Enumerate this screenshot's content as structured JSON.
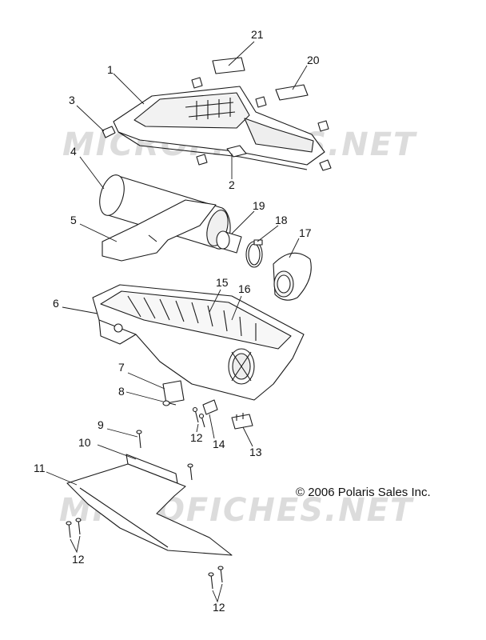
{
  "watermark": {
    "text": "MICROFICHES.NET",
    "color": "#d9d9d9"
  },
  "copyright": "© 2006 Polaris Sales Inc.",
  "callouts": [
    {
      "id": "c1",
      "label": "1"
    },
    {
      "id": "c2",
      "label": "2"
    },
    {
      "id": "c3",
      "label": "3"
    },
    {
      "id": "c4",
      "label": "4"
    },
    {
      "id": "c5",
      "label": "5"
    },
    {
      "id": "c6",
      "label": "6"
    },
    {
      "id": "c7",
      "label": "7"
    },
    {
      "id": "c8",
      "label": "8"
    },
    {
      "id": "c9",
      "label": "9"
    },
    {
      "id": "c10",
      "label": "10"
    },
    {
      "id": "c11",
      "label": "11"
    },
    {
      "id": "c12a",
      "label": "12"
    },
    {
      "id": "c12b",
      "label": "12"
    },
    {
      "id": "c12c",
      "label": "12"
    },
    {
      "id": "c13",
      "label": "13"
    },
    {
      "id": "c14",
      "label": "14"
    },
    {
      "id": "c15",
      "label": "15"
    },
    {
      "id": "c16",
      "label": "16"
    },
    {
      "id": "c17",
      "label": "17"
    },
    {
      "id": "c18",
      "label": "18"
    },
    {
      "id": "c19",
      "label": "19"
    },
    {
      "id": "c20",
      "label": "20"
    },
    {
      "id": "c21",
      "label": "21"
    }
  ],
  "colors": {
    "line": "#1a1a1a",
    "fill": "#ffffff",
    "shade": "#e6e6e6"
  }
}
